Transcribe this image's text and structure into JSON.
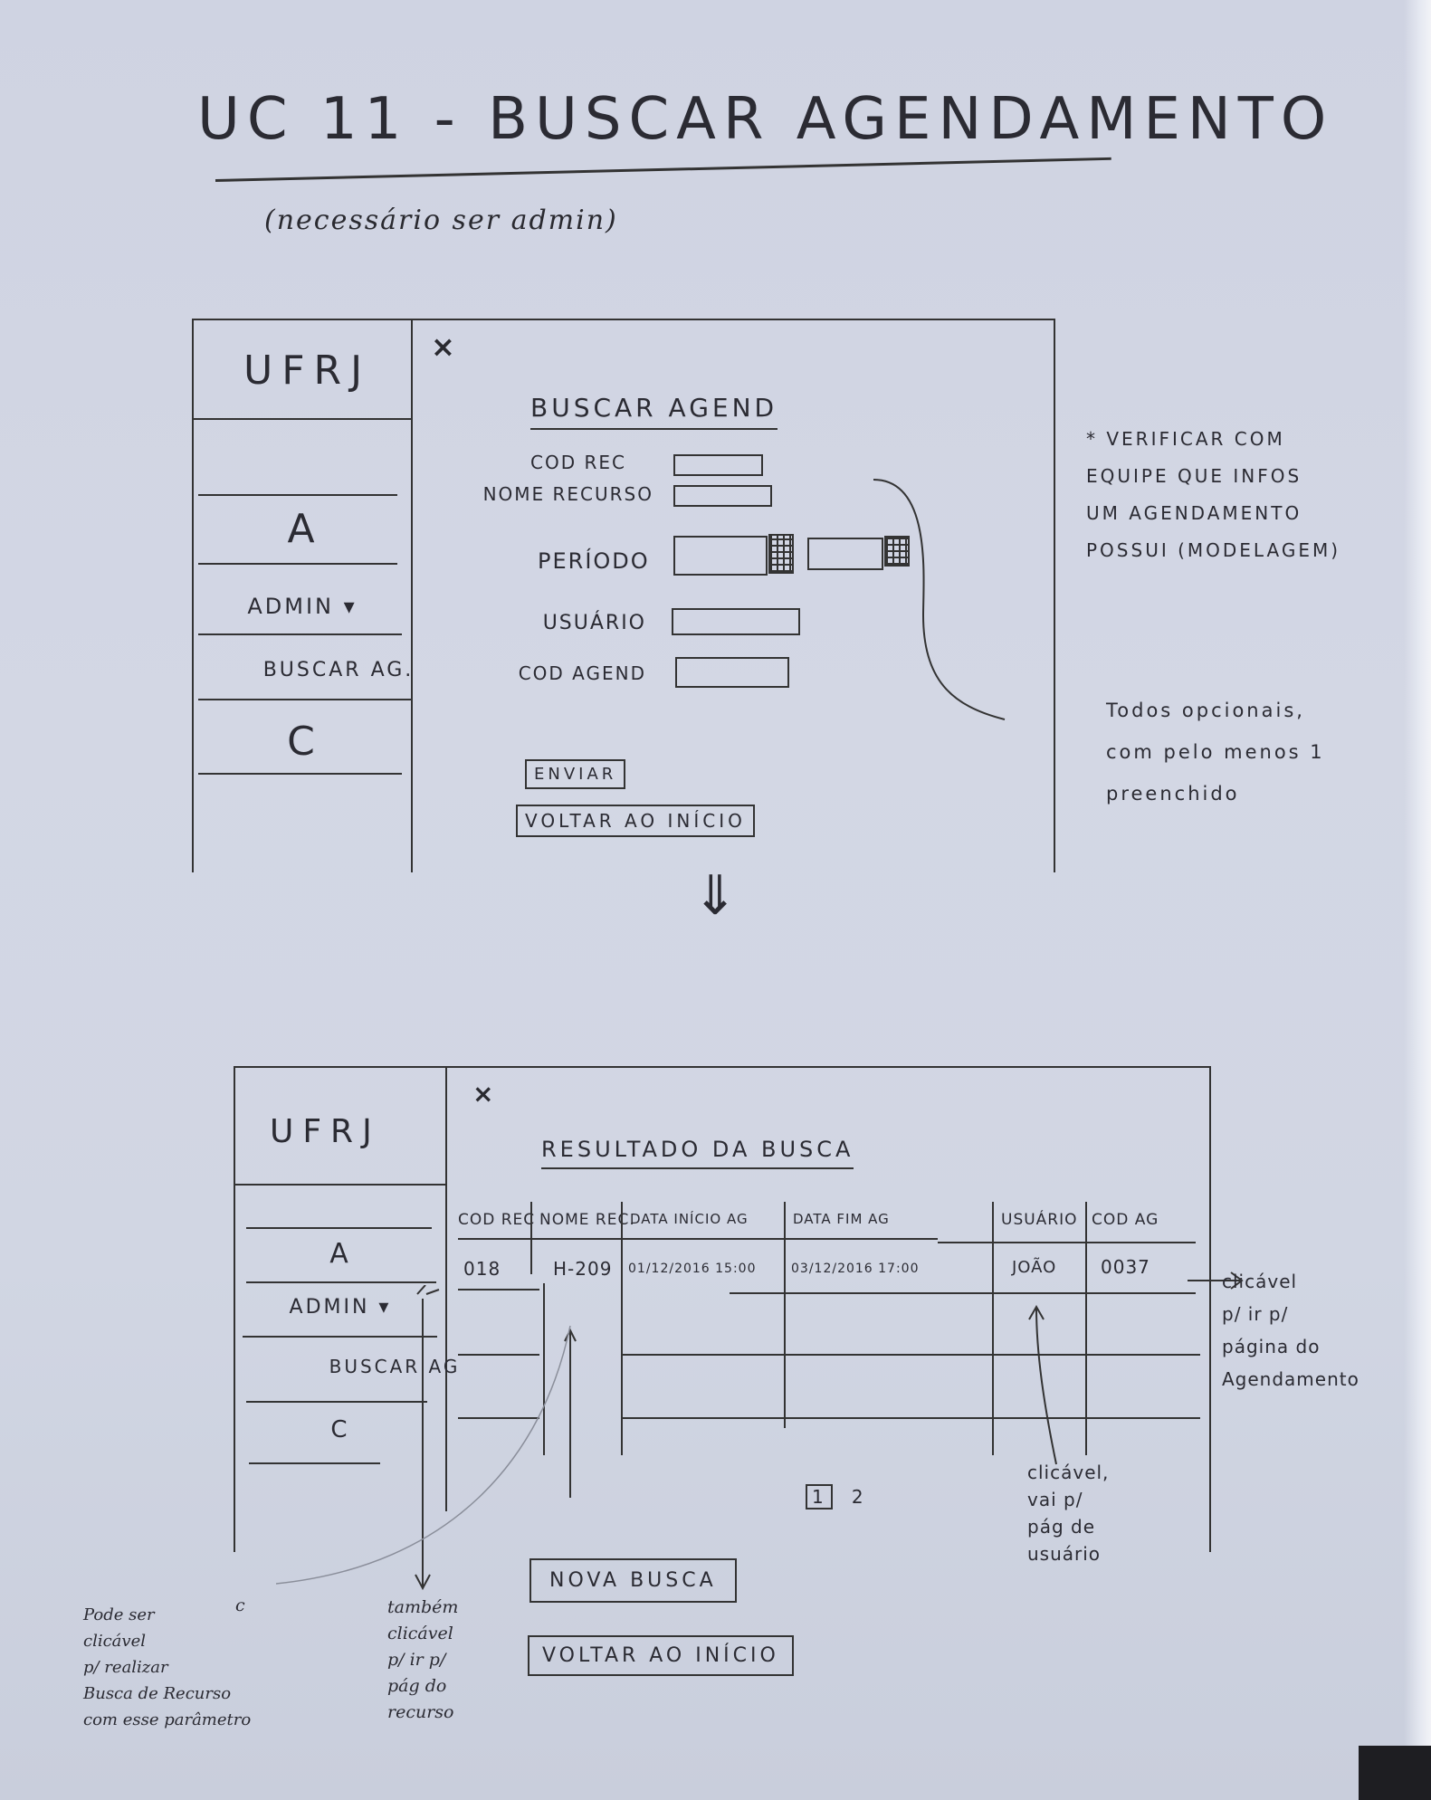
{
  "header": {
    "title": "UC 11 - BUSCAR AGENDAMENTO",
    "subtitle": "(necessário ser admin)"
  },
  "search_screen": {
    "sidebar": {
      "logo": "UFRJ",
      "items": [
        "A",
        "ADMIN ▾",
        "BUSCAR AG.",
        "C"
      ]
    },
    "close": "×",
    "panel_title": "BUSCAR AGEND",
    "fields": {
      "cod_rec": "COD REC",
      "nome_recurso": "NOME RECURSO",
      "periodo": "PERÍODO",
      "usuario": "USUÁRIO",
      "cod_agend": "COD AGEND"
    },
    "buttons": {
      "enviar": "ENVIAR",
      "voltar": "VOLTAR AO INÍCIO"
    }
  },
  "notes": {
    "verificar": [
      "* VERIFICAR COM",
      "EQUIPE QUE INFOS",
      "UM AGENDAMENTO",
      "POSSUI (MODELAGEM)"
    ],
    "opcionais": [
      "Todos opcionais,",
      "com pelo menos 1",
      "preenchido"
    ],
    "link_ag": [
      "clicável",
      "p/ ir p/",
      "página do",
      "Agendamento"
    ],
    "link_usuario": [
      "clicável,",
      "vai p/",
      "pág de",
      "usuário"
    ],
    "link_recurso": [
      "também",
      "clicável",
      "p/ ir p/",
      "pág do",
      "recurso"
    ],
    "busca_recurso": [
      "Pode ser",
      "clicável",
      "p/ realizar",
      "Busca de Recurso",
      "com esse parâmetro"
    ],
    "stray_c": "c"
  },
  "result_screen": {
    "sidebar": {
      "logo": "UFRJ",
      "items": [
        "A",
        "ADMIN ▾",
        "BUSCAR AG",
        "C"
      ]
    },
    "close": "×",
    "panel_title": "RESULTADO DA BUSCA",
    "columns": [
      "COD REC",
      "NOME REC.",
      "DATA INÍCIO AG",
      "DATA FIM AG",
      "USUÁRIO",
      "COD AG"
    ],
    "rows": [
      [
        "018",
        "H-209",
        "01/12/2016 15:00",
        "03/12/2016 17:00",
        "JOÃO",
        "0037"
      ]
    ],
    "pagination": [
      "1",
      "2"
    ],
    "buttons": {
      "nova_busca": "NOVA BUSCA",
      "voltar": "VOLTAR AO INÍCIO"
    }
  }
}
